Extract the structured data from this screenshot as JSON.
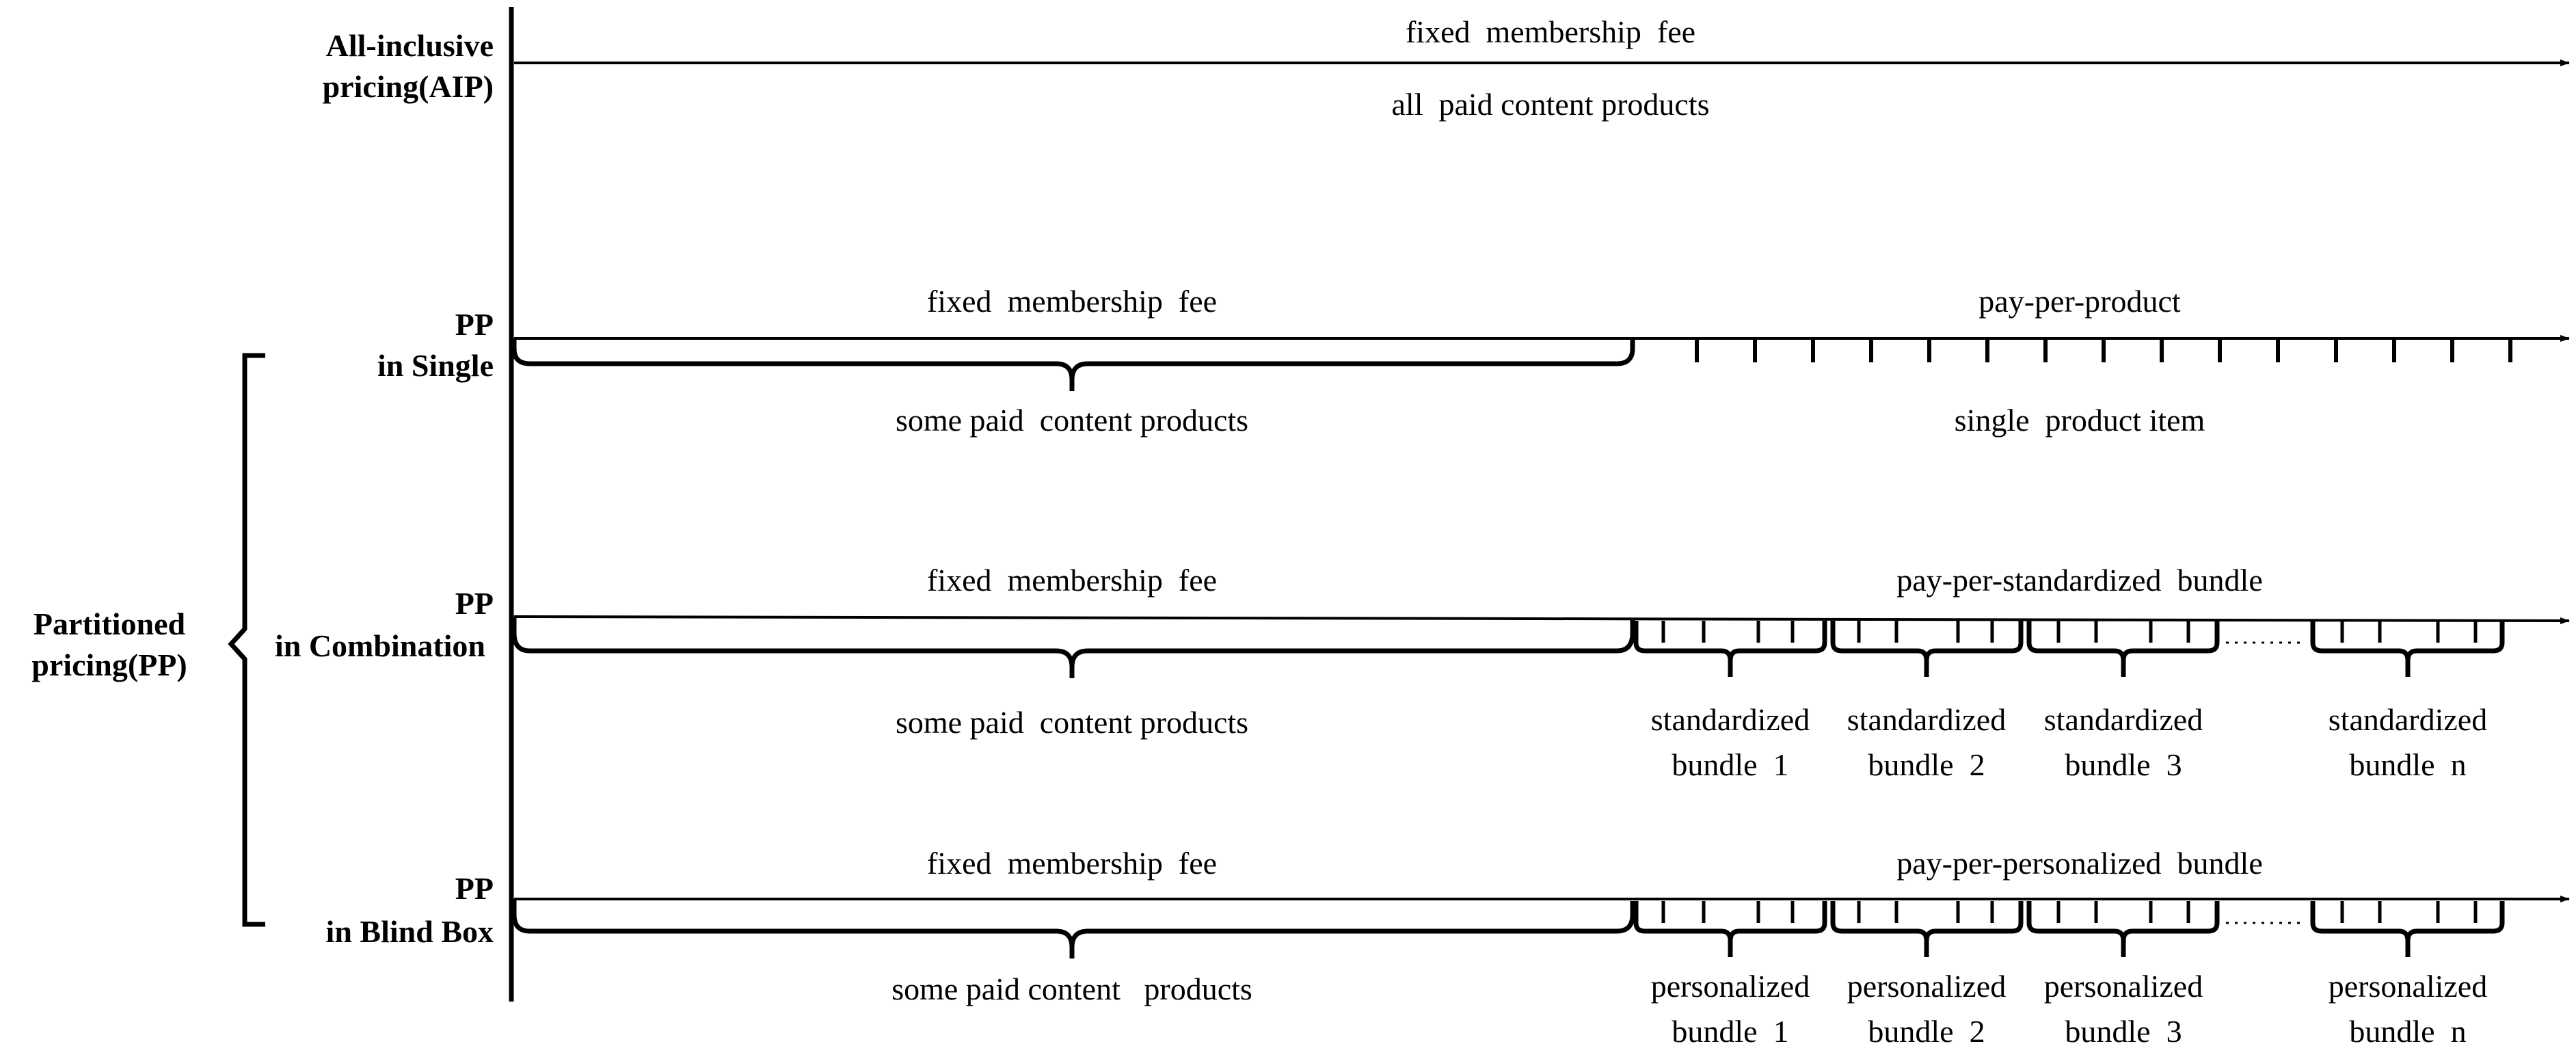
{
  "rows": {
    "aip": {
      "label_line1": "All-inclusive",
      "label_line2": "pricing(AIP)",
      "top_text": "fixed  membership  fee",
      "bottom_text": "all  paid content products"
    },
    "single": {
      "label_line1": "PP",
      "label_line2": "in Single",
      "fee_text": "fixed  membership  fee",
      "fee_bottom": "some paid  content products",
      "right_top": "pay-per-product",
      "right_bottom": "single  product item"
    },
    "combination": {
      "label_line1": "PP",
      "label_line2": "in Combination",
      "fee_text": "fixed  membership  fee",
      "fee_bottom": "some paid  content products",
      "right_top": "pay-per-standardized  bundle",
      "bundles": [
        {
          "line1": "standardized",
          "line2": "bundle  1"
        },
        {
          "line1": "standardized",
          "line2": "bundle  2"
        },
        {
          "line1": "standardized",
          "line2": "bundle  3"
        },
        {
          "line1": "standardized",
          "line2": "bundle  n"
        }
      ]
    },
    "blindbox": {
      "label_line1": "PP",
      "label_line2": "in Blind Box",
      "fee_text": "fixed  membership  fee",
      "fee_bottom": "some paid content   products",
      "right_top": "pay-per-personalized  bundle",
      "bundles": [
        {
          "line1": "personalized",
          "line2": "bundle  1"
        },
        {
          "line1": "personalized",
          "line2": "bundle  2"
        },
        {
          "line1": "personalized",
          "line2": "bundle  3"
        },
        {
          "line1": "personalized",
          "line2": "bundle  n"
        }
      ]
    }
  },
  "group_label": {
    "line1": "Partitioned",
    "line2": "pricing(PP)"
  }
}
